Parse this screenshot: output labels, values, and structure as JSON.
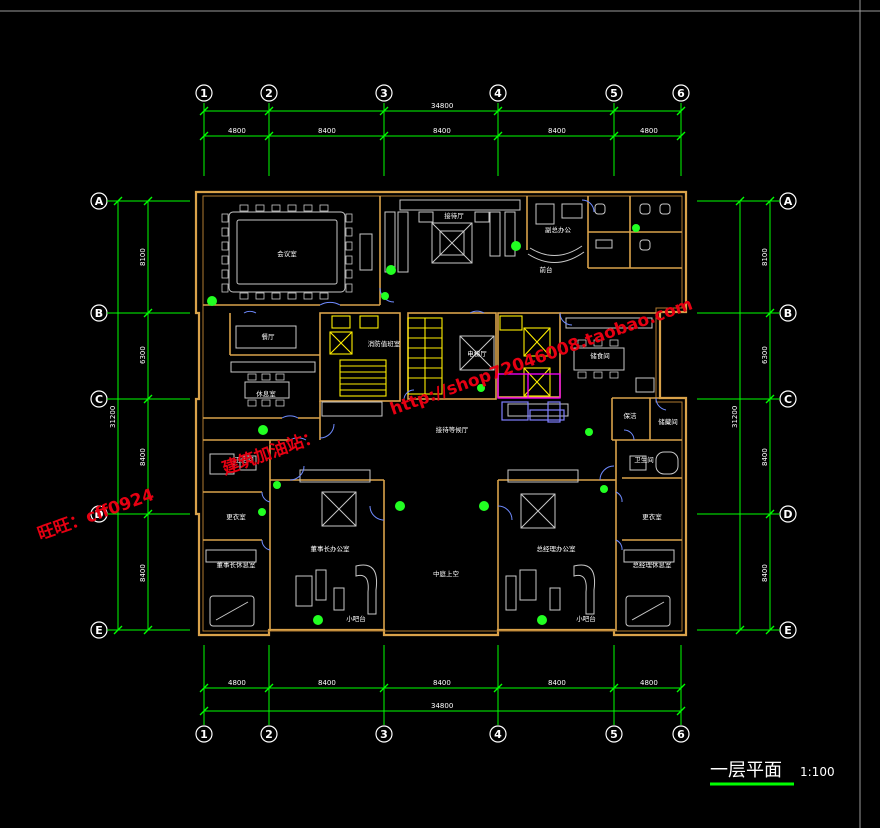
{
  "plan": {
    "title": "一层平面",
    "scale": "1:100"
  },
  "axes": {
    "columns": [
      "1",
      "2",
      "3",
      "4",
      "5",
      "6"
    ],
    "rows": [
      "A",
      "B",
      "C",
      "D",
      "E"
    ]
  },
  "dimensions": {
    "overall": "34800",
    "bays": [
      "4800",
      "8400",
      "8400",
      "8400",
      "4800"
    ],
    "rows_left": [
      "8100",
      "6300",
      "8400",
      "8400"
    ],
    "rows_right": [
      "8100",
      "6300",
      "8400",
      "8400"
    ],
    "depth_overall": "31200"
  },
  "rooms": {
    "meeting": "会议室",
    "reception": "接待厅",
    "vice_office": "副总办公",
    "front_desk": "前台",
    "dining_room": "餐厅",
    "food_storage": "储食间",
    "lounge": "休息室",
    "fire_control": "消防值班室",
    "elevator_hall": "电梯厅",
    "waiting_hall": "接待等候厅",
    "washroom": "卫生间",
    "dressing_left": "更衣室",
    "dressing_right": "更衣室",
    "gm_office": "董事长办公室",
    "gm_bedroom": "董事长休息室",
    "vp_office": "总经理办公室",
    "vp_bedroom": "总经理休息室",
    "atrium": "中庭上空",
    "bar_left": "小吧台",
    "bar_right": "小吧台",
    "cleaner": "保洁",
    "storage": "储藏间",
    "washroom_right": "卫生间"
  },
  "watermarks": {
    "wangwang": "旺旺：cff0924 建筑加油站：http://shop72046008.taobao.com",
    "wangwang_left": "旺旺：cff0924",
    "shop_name": "建筑加油站：",
    "url": "http://shop72046008.taobao.com"
  },
  "colors": {
    "background": "#000000",
    "wall": "#f5c842",
    "wall_line": "#d9a24a",
    "dimension": "#00ff00",
    "axis_bubble": "#ffffff",
    "furniture": "#c8c8c8",
    "door": "#6f8bff",
    "stair": "#ffee00",
    "elevator": "#ffee00",
    "magenta": "#ff00ff",
    "watermark": "#e60012",
    "plant": "#22ff22"
  }
}
